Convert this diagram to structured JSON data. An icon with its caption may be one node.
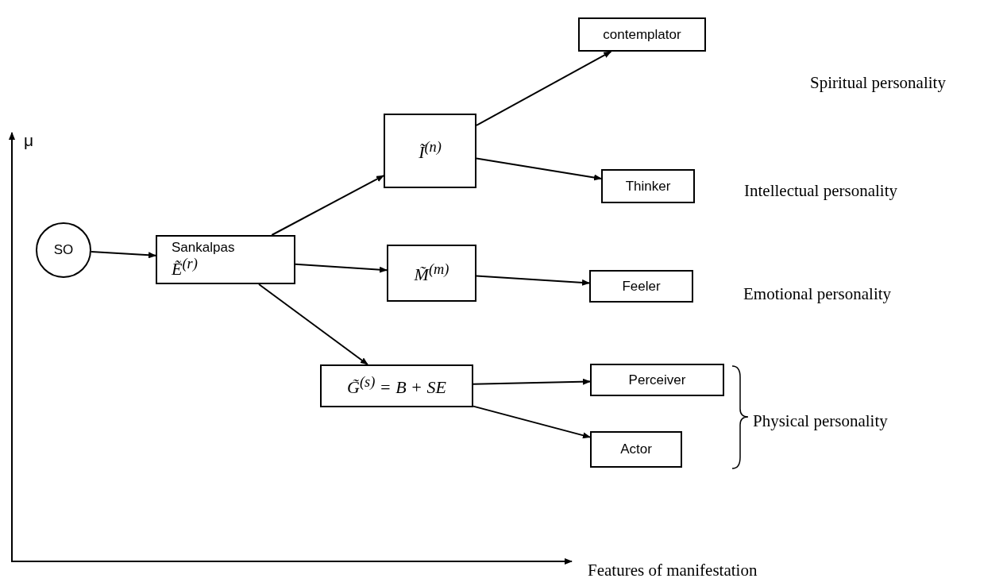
{
  "diagram": {
    "nodes": [
      {
        "text": [
          "SO"
        ]
      },
      {
        "text": [
          "Sankalpas",
          "Ẽ$^{(r)}$"
        ]
      },
      {
        "text": [
          "Ĩ$^{(n)}$"
        ]
      },
      {
        "text": [
          "M̃$^{(m)}$"
        ]
      },
      {
        "text": [
          "G̃$^{(s)}$ = B + SE"
        ]
      },
      {
        "text": [
          "contemplator"
        ]
      },
      {
        "text": [
          "Thinker"
        ],
        "beside": [
          "Intellectual personality"
        ]
      },
      {
        "text": [
          "Feeler"
        ],
        "beside": [
          "Emotional personality"
        ]
      },
      {
        "text": [
          "Perceiver"
        ]
      },
      {
        "text": [
          "Actor"
        ]
      }
    ],
    "edges": [
      {
        "from": 0,
        "to": 1,
        "arrow": "to"
      },
      {
        "from": 1,
        "to": 2,
        "arrow": "to"
      },
      {
        "from": 1,
        "to": 3,
        "arrow": "to"
      },
      {
        "from": 1,
        "to": 4,
        "arrow": "to"
      },
      {
        "from": 2,
        "to": 5,
        "arrow": "to"
      },
      {
        "from": 2,
        "to": 6,
        "arrow": "to"
      },
      {
        "from": 3,
        "to": 7,
        "arrow": "to"
      },
      {
        "from": 4,
        "to": 8,
        "arrow": "to"
      },
      {
        "from": 4,
        "to": 9,
        "arrow": "to"
      }
    ],
    "labels": [
      "Spiritual personality",
      "μ",
      "Physical personality",
      "Features of manifestation"
    ]
  }
}
